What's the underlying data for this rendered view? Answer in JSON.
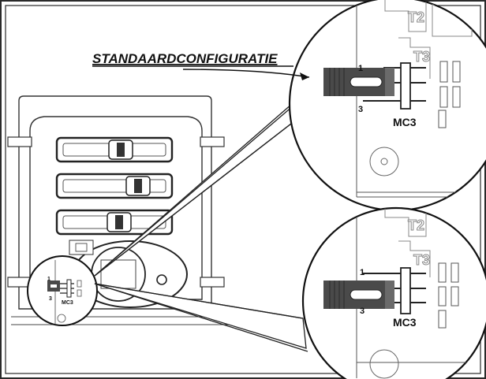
{
  "diagram": {
    "callout_label": "STANDAARDCONFIGURATIE",
    "top_detail": {
      "jumper": "MC3",
      "pin1": "1",
      "pin3": "3",
      "terminals": [
        "T2",
        "T3"
      ]
    },
    "bottom_detail": {
      "jumper": "MC3",
      "pin1": "1",
      "pin3": "3",
      "terminals": [
        "T2",
        "T3"
      ]
    },
    "overview": {
      "jumper": "MC3",
      "pin1": "1",
      "pin3": "3"
    }
  },
  "colors": {
    "frame": "#2a2a2a",
    "jumper": "#4a4a4a",
    "line": "#222222"
  }
}
